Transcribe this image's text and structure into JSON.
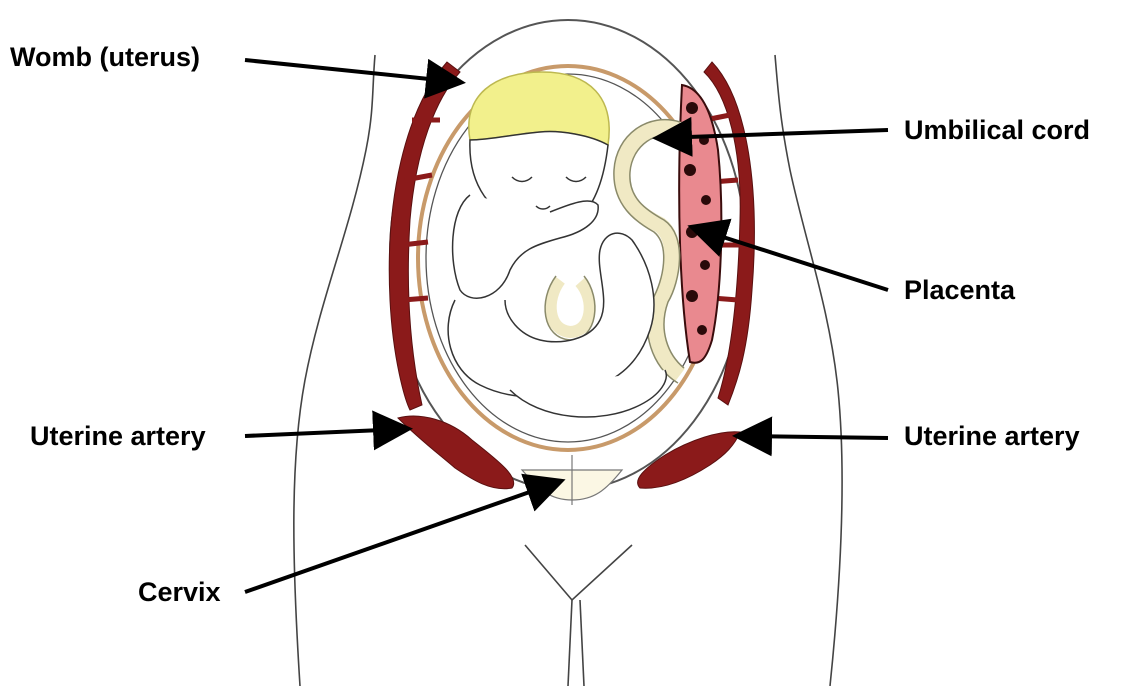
{
  "labels": {
    "womb": "Womb (uterus)",
    "umbilical_cord": "Umbilical cord",
    "placenta": "Placenta",
    "uterine_artery_left": "Uterine artery",
    "uterine_artery_right": "Uterine artery",
    "cervix": "Cervix"
  },
  "colors": {
    "artery": "#8b1a1a",
    "placenta": "#e9898f",
    "placenta_dark": "#2a0a0a",
    "hair": "#f2f08c",
    "cord": "#f4efd2",
    "womb_wall": "#c89a6a",
    "outline": "#333333",
    "arrow": "#000000"
  }
}
